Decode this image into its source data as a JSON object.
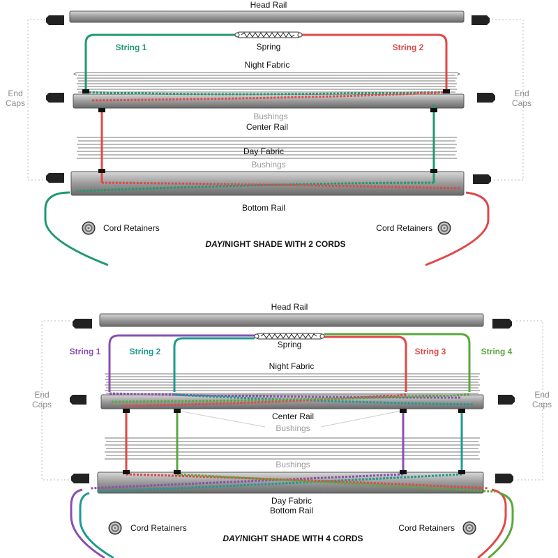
{
  "top": {
    "head_rail": "Head Rail",
    "spring": "Spring",
    "strings": [
      {
        "label": "String 1",
        "color": "#1f9a6e"
      },
      {
        "label": "String 2",
        "color": "#e04848"
      }
    ],
    "night_fabric": "Night Fabric",
    "end_caps_line1": "End",
    "end_caps_line2": "Caps",
    "bushings_top": "Bushings",
    "center_rail": "Center Rail",
    "day_fabric": "Day Fabric",
    "bushings_bottom": "Bushings",
    "bottom_rail": "Bottom Rail",
    "cord_retainers_left": "Cord Retainers",
    "cord_retainers_right": "Cord Retainers",
    "title_italic": "DAY",
    "title_rest": "/NIGHT SHADE WITH 2 CORDS"
  },
  "bottom": {
    "head_rail": "Head Rail",
    "spring": "Spring",
    "strings": [
      {
        "label": "String 1",
        "color": "#8a4fb0"
      },
      {
        "label": "String 2",
        "color": "#1f9a8e"
      },
      {
        "label": "String 3",
        "color": "#e04848"
      },
      {
        "label": "String 4",
        "color": "#5aa83c"
      }
    ],
    "night_fabric": "Night Fabric",
    "end_caps_line1": "End",
    "end_caps_line2": "Caps",
    "center_rail": "Center Rail",
    "bushings_top": "Bushings",
    "bushings_bottom": "Bushings",
    "day_fabric": "Day Fabric",
    "bottom_rail": "Bottom Rail",
    "cord_retainers_left": "Cord Retainers",
    "cord_retainers_right": "Cord Retainers",
    "title_italic": "DAY",
    "title_rest": "/NIGHT SHADE WITH 4 CORDS"
  }
}
